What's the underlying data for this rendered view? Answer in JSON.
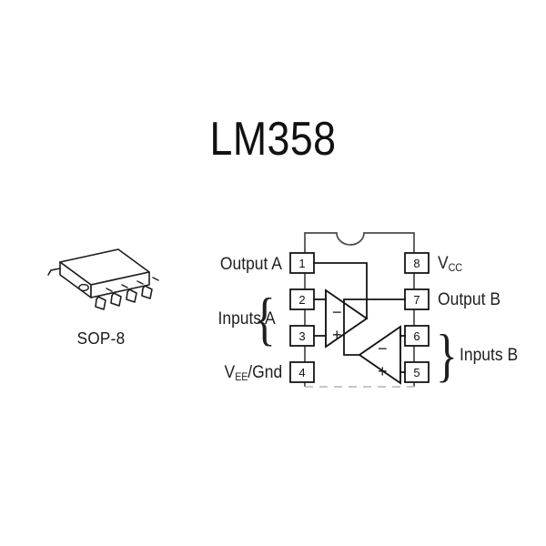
{
  "page": {
    "title": "LM358",
    "background_color": "#ffffff",
    "line_color": "#1f1f1f",
    "faint_line_color": "#b8b8b8"
  },
  "package": {
    "caption": "SOP-8",
    "icon": "sop8-package-icon",
    "lead_count": 8,
    "pin1_marker": "dimple-circle"
  },
  "pinout": {
    "chip_outline": {
      "notch": "semicircle-top-center",
      "bottom_edge_style": "dashed-faint"
    },
    "pins": [
      {
        "number": "1",
        "label": "Output A",
        "side": "left",
        "label_html": "Output A"
      },
      {
        "number": "2",
        "label": "Input A -",
        "side": "left",
        "label_html": ""
      },
      {
        "number": "3",
        "label": "Input A +",
        "side": "left",
        "label_html": ""
      },
      {
        "number": "4",
        "label": "VEE/Gnd",
        "side": "left",
        "label_html": "V<sub>EE</sub>/Gnd"
      },
      {
        "number": "5",
        "label": "Input B +",
        "side": "right",
        "label_html": ""
      },
      {
        "number": "6",
        "label": "Input B -",
        "side": "right",
        "label_html": ""
      },
      {
        "number": "7",
        "label": "Output B",
        "side": "right",
        "label_html": "Output B"
      },
      {
        "number": "8",
        "label": "VCC",
        "side": "right",
        "label_html": "V<sub>CC</sub>"
      }
    ],
    "labels": {
      "output_a": "Output A",
      "inputs_a": "Inputs A",
      "vee_gnd_main": "V",
      "vee_gnd_sub": "EE",
      "vee_gnd_tail": "/Gnd",
      "vcc_main": "V",
      "vcc_sub": "CC",
      "output_b": "Output B",
      "inputs_b": "Inputs B"
    },
    "braces": {
      "left": "{",
      "right": "}"
    },
    "pin_numbers": {
      "p1": "1",
      "p2": "2",
      "p3": "3",
      "p4": "4",
      "p5": "5",
      "p6": "6",
      "p7": "7",
      "p8": "8"
    },
    "opamp_a": {
      "name": "op-amp-a",
      "orientation": "points-right",
      "minus": "−",
      "plus": "+"
    },
    "opamp_b": {
      "name": "op-amp-b",
      "orientation": "points-left",
      "minus": "−",
      "plus": "+"
    }
  }
}
